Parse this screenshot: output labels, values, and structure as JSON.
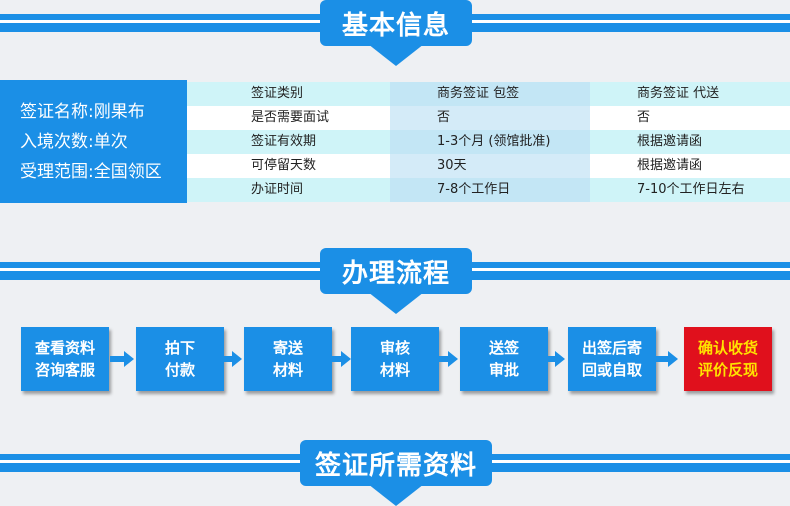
{
  "sections": {
    "basic_info": "基本信息",
    "process": "办理流程",
    "materials": "签证所需资料"
  },
  "summary": {
    "visa_name": "签证名称:刚果布",
    "entries": "入境次数:单次",
    "scope": "受理范围:全国领区"
  },
  "table": [
    {
      "label": "签证类别",
      "col1": "商务签证  包签",
      "col2": "商务签证  代送"
    },
    {
      "label": "是否需要面试",
      "col1": "否",
      "col2": "否"
    },
    {
      "label": "签证有效期",
      "col1": "1-3个月 (领馆批准)",
      "col2": "根据邀请函"
    },
    {
      "label": "可停留天数",
      "col1": "30天",
      "col2": "根据邀请函"
    },
    {
      "label": "办证时间",
      "col1": "7-8个工作日",
      "col2": "7-10个工作日左右"
    }
  ],
  "steps": [
    {
      "line1": "查看资料",
      "line2": "咨询客服"
    },
    {
      "line1": "拍下",
      "line2": "付款"
    },
    {
      "line1": "寄送",
      "line2": "材料"
    },
    {
      "line1": "审核",
      "line2": "材料"
    },
    {
      "line1": "送签",
      "line2": "审批"
    },
    {
      "line1": "出签后寄",
      "line2": "回或自取"
    },
    {
      "line1": "确认收货",
      "line2": "评价反现"
    }
  ],
  "colors": {
    "primary_blue": "#1b8fe6",
    "highlight_red": "#e0101c",
    "highlight_text": "#ffe200"
  }
}
